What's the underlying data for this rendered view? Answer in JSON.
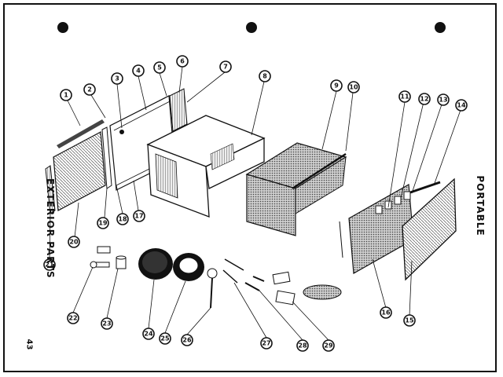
{
  "labels": {
    "left": "EXTERIOR PARTS",
    "right": "PORTABLE",
    "page_number": "43"
  },
  "callouts": [
    "1",
    "2",
    "3",
    "4",
    "5",
    "6",
    "7",
    "8",
    "9",
    "10",
    "11",
    "12",
    "13",
    "14",
    "15",
    "16",
    "17",
    "18",
    "19",
    "20",
    "21",
    "22",
    "23",
    "24",
    "25",
    "26",
    "27",
    "28",
    "29"
  ],
  "colors": {
    "ink": "#111111",
    "paper": "#ffffff",
    "screen": "#8a8a8a"
  }
}
